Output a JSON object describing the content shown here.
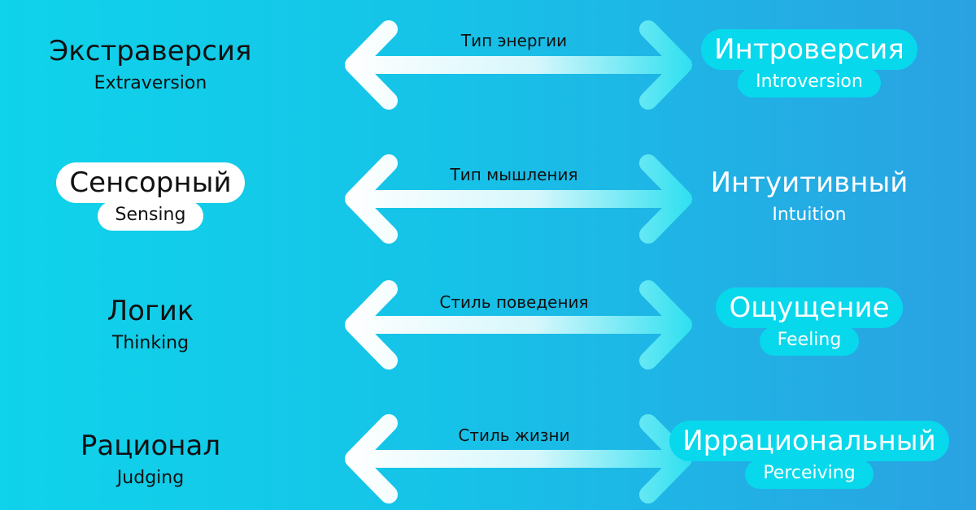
{
  "rows": [
    {
      "left": {
        "ru": "Экстраверсия",
        "en": "Extraversion"
      },
      "category": "Тип энергии",
      "right": {
        "ru": "Интроверсия",
        "en": "Introversion"
      }
    },
    {
      "left": {
        "ru": "Сенсорный",
        "en": "Sensing"
      },
      "category": "Тип мышления",
      "right": {
        "ru": "Интуитивный",
        "en": "Intuition"
      }
    },
    {
      "left": {
        "ru": "Логик",
        "en": "Thinking"
      },
      "category": "Стиль поведения",
      "right": {
        "ru": "Ощущение",
        "en": "Feeling"
      }
    },
    {
      "left": {
        "ru": "Рационал",
        "en": "Judging"
      },
      "category": "Стиль жизни",
      "right": {
        "ru": "Иррациональный",
        "en": "Perceiving"
      }
    }
  ],
  "colors": {
    "bg_left": "#0fd3ea",
    "bg_right": "#2aa2e2",
    "highlight_cyan": "#08d8ec",
    "highlight_white": "#ffffff"
  }
}
